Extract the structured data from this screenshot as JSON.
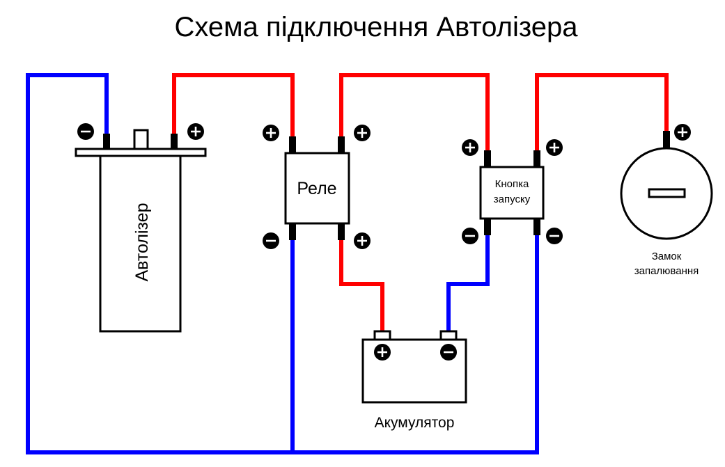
{
  "title": "Схема підключення Автолізера",
  "colors": {
    "positive_wire": "#ff0000",
    "negative_wire": "#0000ff",
    "outline": "#000000",
    "background": "#ffffff"
  },
  "components": {
    "autolyzer": {
      "label": "Автолізер"
    },
    "relay": {
      "label": "Реле"
    },
    "start_button": {
      "label_line1": "Кнопка",
      "label_line2": "запуску"
    },
    "battery": {
      "label": "Акумулятор"
    },
    "ignition_lock": {
      "label_line1": "Замок",
      "label_line2": "запалювання"
    }
  },
  "icons": {
    "plus": "plus-terminal-icon",
    "minus": "minus-terminal-icon"
  }
}
